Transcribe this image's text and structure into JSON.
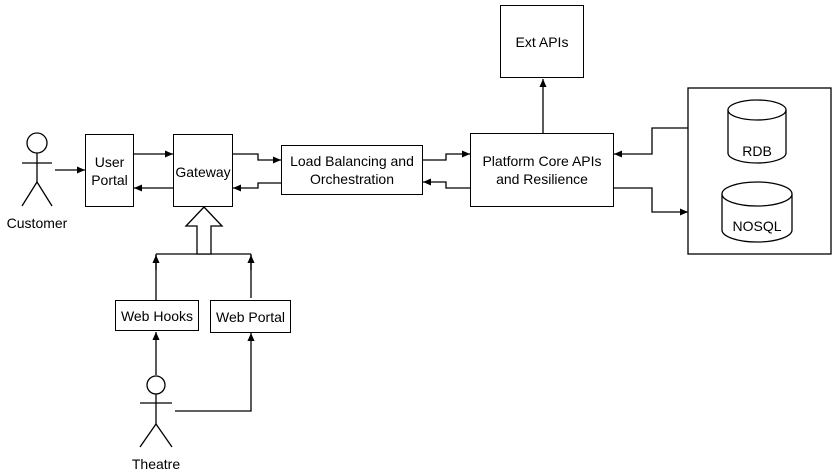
{
  "actors": {
    "customer": "Customer",
    "theatre": "Theatre"
  },
  "nodes": {
    "user_portal": "User\nPortal",
    "gateway": "Gateway",
    "load_balancing": "Load Balancing and\nOrchestration",
    "platform_core": "Platform Core APIs\nand Resilience",
    "ext_apis": "Ext APIs",
    "web_hooks": "Web Hooks",
    "web_portal": "Web Portal"
  },
  "databases": {
    "rdb": "RDB",
    "nosql": "NOSQL"
  }
}
